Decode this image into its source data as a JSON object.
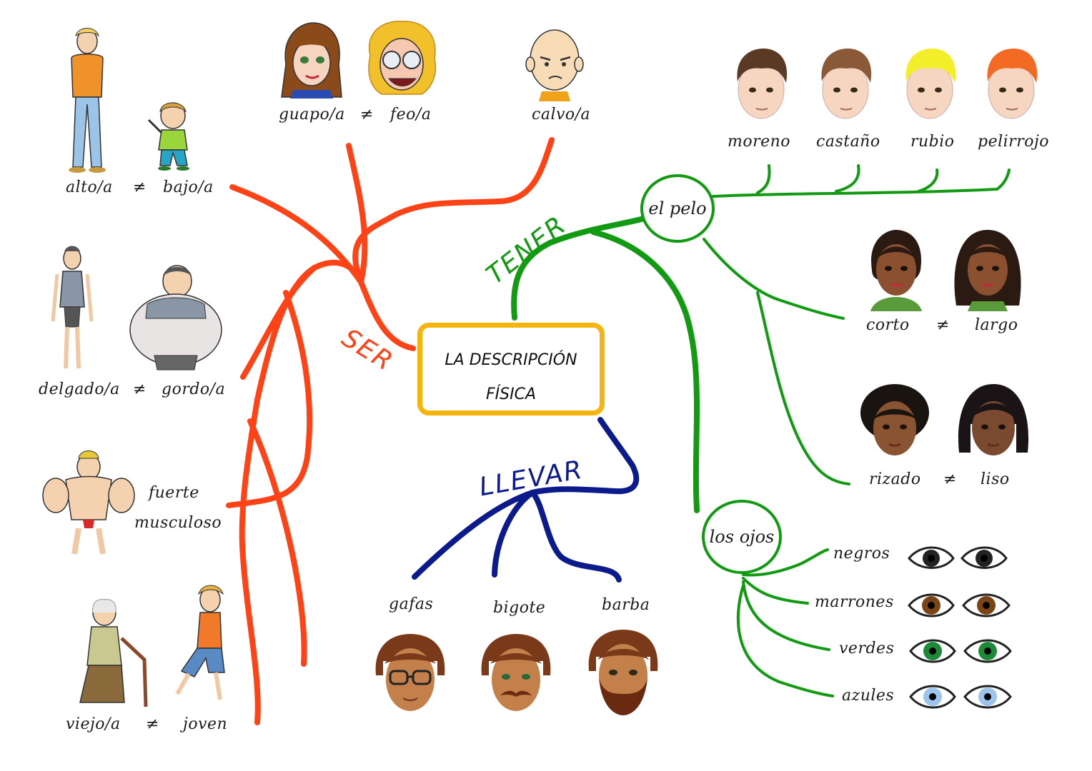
{
  "center": {
    "line1": "LA DESCRIPCIÓN",
    "line2": "FÍSICA"
  },
  "branches": {
    "ser": "SER",
    "tener": "TENER",
    "llevar": "LLEVAR"
  },
  "nodes": {
    "pelo": "el pelo",
    "ojos": "los ojos"
  },
  "ser_words": {
    "alto": "alto/a",
    "bajo": "bajo/a",
    "neq1": "≠",
    "delgado": "delgado/a",
    "gordo": "gordo/a",
    "neq2": "≠",
    "fuerte": "fuerte",
    "musculoso": "musculoso",
    "viejo": "viejo/a",
    "joven": "joven",
    "neq3": "≠",
    "guapo": "guapo/a",
    "feo": "feo/a",
    "neq4": "≠",
    "calvo": "calvo/a"
  },
  "pelo_words": {
    "moreno": "moreno",
    "castano": "castaño",
    "rubio": "rubio",
    "pelirrojo": "pelirrojo",
    "corto": "corto",
    "largo": "largo",
    "neq5": "≠",
    "rizado": "rizado",
    "liso": "liso",
    "neq6": "≠"
  },
  "ojos_words": {
    "negros": "negros",
    "marrones": "marrones",
    "verdes": "verdes",
    "azules": "azules"
  },
  "llevar_words": {
    "gafas": "gafas",
    "bigote": "bigote",
    "barba": "barba"
  },
  "colors": {
    "ser": "#ff4316",
    "tener": "#129a12",
    "llevar": "#0b1b8c",
    "center_border": "#f6b40e",
    "hair_moreno": "#5a3a24",
    "hair_castano": "#8a5a38",
    "hair_rubio": "#f2ee2a",
    "hair_pelirrojo": "#f36a22",
    "eye_negro": "#222222",
    "eye_marron": "#7a4414",
    "eye_verde": "#1d8a3a",
    "eye_azul": "#9cc4ec"
  },
  "icons": [
    "person-tall-icon",
    "person-short-icon",
    "person-thin-icon",
    "person-fat-icon",
    "person-strong-icon",
    "person-old-icon",
    "person-young-icon",
    "face-pretty-icon",
    "face-ugly-icon",
    "face-bald-icon",
    "face-hair-icon",
    "face-glasses-icon",
    "face-moustache-icon",
    "face-beard-icon",
    "eye-icon"
  ]
}
